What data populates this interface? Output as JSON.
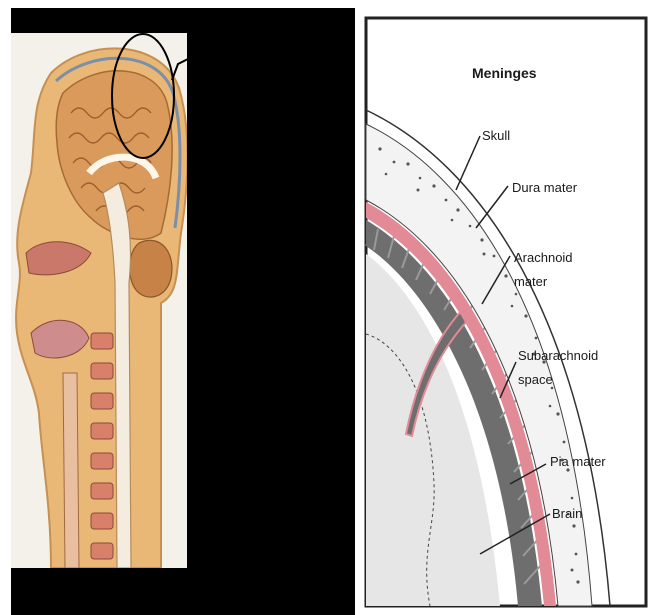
{
  "diagram": {
    "title": "Meninges",
    "labels": {
      "skull": "Skull",
      "dura": "Dura mater",
      "arachnoid_1": "Arachnoid",
      "arachnoid_2": "mater",
      "subarachnoid_1": "Subarachnoid",
      "subarachnoid_2": "space",
      "pia": "Pia mater",
      "brain": "Brain"
    }
  },
  "colors": {
    "background": "#000000",
    "skin": "#e9b877",
    "brain_tissue": "#d99a5c",
    "dura_pink": "#e38a97",
    "arachnoid_gray": "#6e6e6e",
    "brain_gray": "#e6e6e6"
  }
}
